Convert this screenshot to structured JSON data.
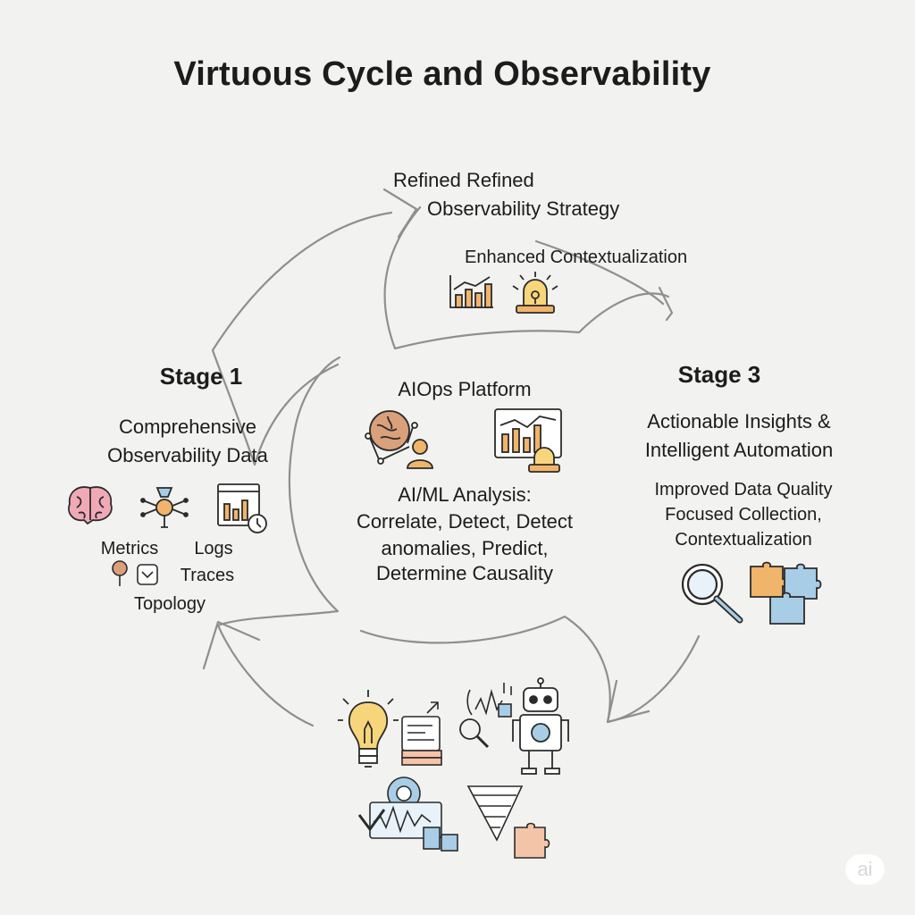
{
  "title": "Virtuous Cycle and Observability",
  "top": {
    "heading_line1": "Refined Refined",
    "heading_line2": "Observability Strategy",
    "sub": "Enhanced Contextualization"
  },
  "stage1": {
    "label": "Stage 1",
    "title_line1": "Comprehensive",
    "title_line2": "Observability Data",
    "metrics": "Metrics",
    "logs": "Logs",
    "traces": "Traces",
    "topology": "Topology"
  },
  "center": {
    "title": "AIOps Platform",
    "line1": "AI/ML Analysis:",
    "line2": "Correlate, Detect, Detect",
    "line3": "anomalies, Predict,",
    "line4": "Determine Causality"
  },
  "stage3": {
    "label": "Stage 3",
    "title_line1": "Actionable Insights &",
    "title_line2": "Intelligent Automation",
    "sub_line1": "Improved Data Quality",
    "sub_line2": "Focused Collection,",
    "sub_line3": "Contextualization"
  },
  "watermark": "ai",
  "colors": {
    "stroke": "#2b2b2b",
    "arrow": "#8f8f8f",
    "pink": "#f1a9b6",
    "orange": "#f0b46a",
    "yellow": "#f7d57a",
    "blue": "#a8cde6",
    "brown": "#d9a07a",
    "peach": "#f4c4a8"
  }
}
